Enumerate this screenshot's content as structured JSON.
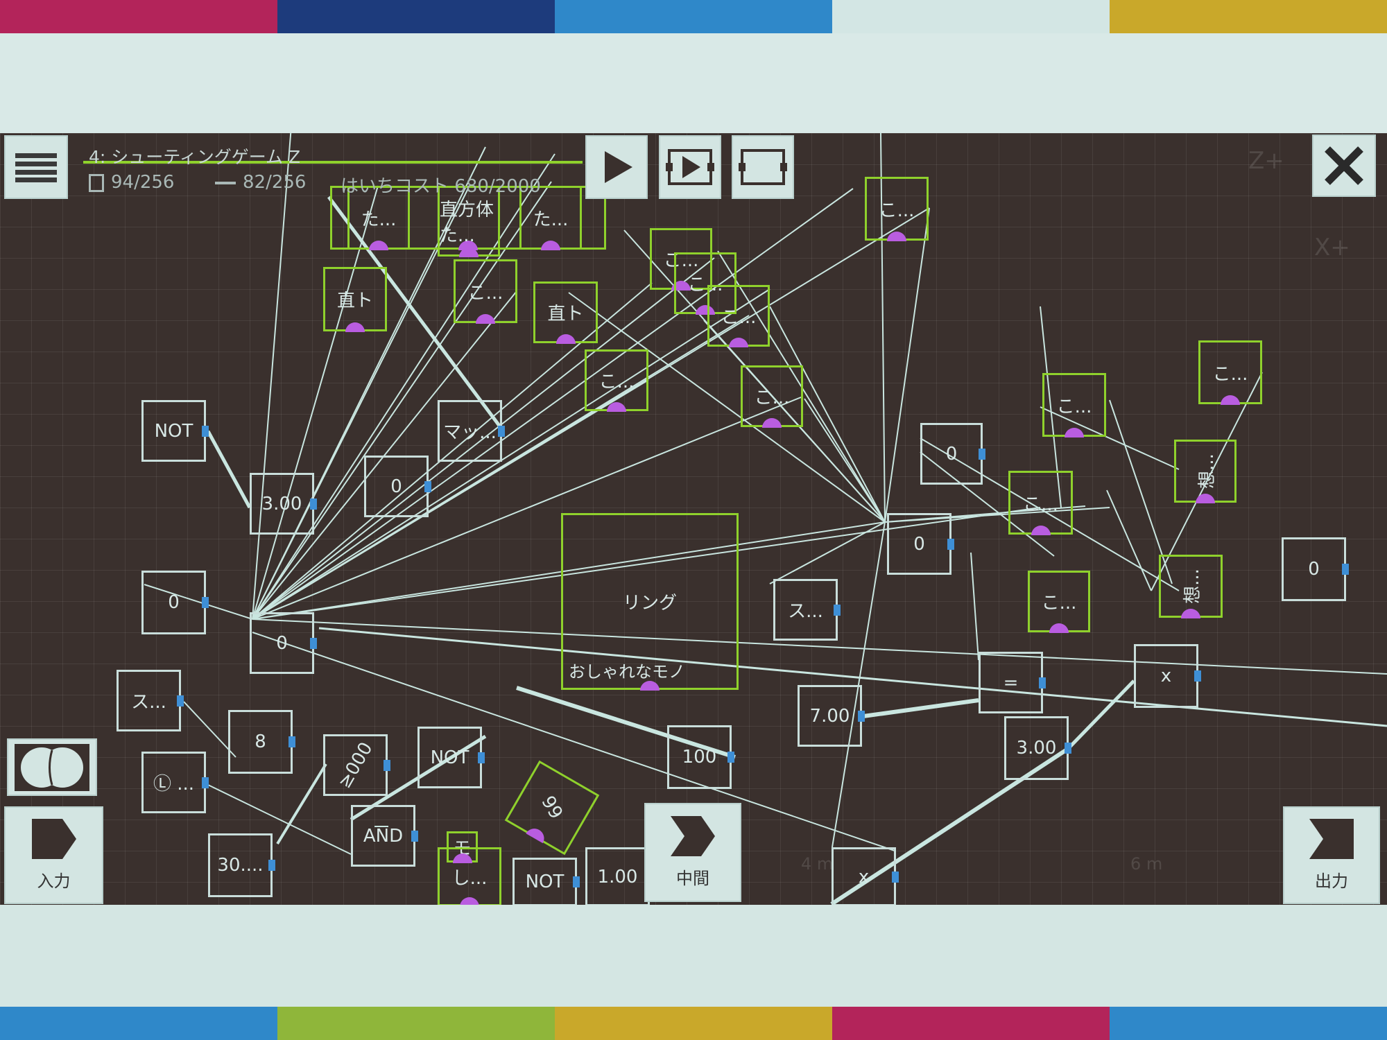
{
  "colors": {
    "top_stripe": [
      "#b3245a",
      "#1d3b7c",
      "#2f88c9",
      "#d3e6e4",
      "#c9a82a"
    ],
    "bottom_stripe": [
      "#2f88c9",
      "#8fb63a",
      "#c9a82a",
      "#b3245a",
      "#2f88c9"
    ],
    "canvas": "#3a302d",
    "object_node": "#8fd12c",
    "wire": "#c9e6e0",
    "input_port": "#c8503a",
    "output_port": "#3e8fd6",
    "slot": "#b95de0"
  },
  "header": {
    "title": "4: シューティングゲーム Z",
    "chips_count": "94/256",
    "wires_count": "82/256",
    "cost": "はいちコスト 680/2000"
  },
  "toolbar": {
    "menu_icon": "hamburger-icon",
    "play_icon": "play-icon",
    "step_icon": "step-play-icon",
    "stop_icon": "frame-stop-icon",
    "close_icon": "close-x-icon"
  },
  "canvas_labels": {
    "z_axis": "Z+",
    "x_axis": "X+",
    "dist_4": "4 m",
    "dist_6": "6 m"
  },
  "palette": {
    "venn_icon": "venn-circles-icon",
    "input_label": "入力",
    "middle_label": "中間",
    "output_label": "出力"
  },
  "nodes": [
    {
      "label": "NOT",
      "kind": "logic"
    },
    {
      "label": "3.00",
      "kind": "logic"
    },
    {
      "label": "0",
      "kind": "logic"
    },
    {
      "label": "マッ...",
      "kind": "logic"
    },
    {
      "label": "0",
      "kind": "logic"
    },
    {
      "label": "0",
      "kind": "logic"
    },
    {
      "label": "ス...",
      "kind": "logic"
    },
    {
      "label": "8",
      "kind": "logic"
    },
    {
      "label": "Ⓛ ...",
      "kind": "logic"
    },
    {
      "label": "≥000",
      "kind": "logic"
    },
    {
      "label": "NOT",
      "kind": "logic"
    },
    {
      "label": "AND",
      "kind": "logic"
    },
    {
      "label": "30....",
      "kind": "logic"
    },
    {
      "label": "NOT",
      "kind": "logic"
    },
    {
      "label": "1.00",
      "kind": "logic"
    },
    {
      "label": "100",
      "kind": "logic"
    },
    {
      "label": "ス...",
      "kind": "logic"
    },
    {
      "label": "0",
      "kind": "logic"
    },
    {
      "label": "0",
      "kind": "logic"
    },
    {
      "label": "7.00",
      "kind": "logic"
    },
    {
      "label": "=",
      "kind": "logic"
    },
    {
      "label": "3.00",
      "kind": "logic"
    },
    {
      "label": "x",
      "kind": "logic"
    },
    {
      "label": "x",
      "kind": "logic"
    },
    {
      "label": "0",
      "kind": "logic"
    },
    {
      "label": "た...",
      "kind": "object"
    },
    {
      "label": "直方体 た...",
      "kind": "object"
    },
    {
      "label": "た...",
      "kind": "object"
    },
    {
      "label": "直ト",
      "kind": "object"
    },
    {
      "label": "こ...",
      "kind": "object"
    },
    {
      "label": "直ト",
      "kind": "object"
    },
    {
      "label": "こ...",
      "kind": "object"
    },
    {
      "label": "こ...",
      "kind": "object"
    },
    {
      "label": "こ...",
      "kind": "object"
    },
    {
      "label": "こ...",
      "kind": "object"
    },
    {
      "label": "こ...",
      "kind": "object"
    },
    {
      "label": "こ...",
      "kind": "object"
    },
    {
      "label": "こ...",
      "kind": "object"
    },
    {
      "label": "こ...",
      "kind": "object"
    },
    {
      "label": "想...",
      "kind": "object"
    },
    {
      "label": "想...",
      "kind": "object"
    },
    {
      "label": "こ...",
      "kind": "object"
    },
    {
      "label": "こ...",
      "kind": "object"
    },
    {
      "label": "99",
      "kind": "object"
    },
    {
      "label": "モ",
      "kind": "object"
    },
    {
      "label": "し...",
      "kind": "object"
    }
  ],
  "ring_node": {
    "label": "リング",
    "sublabel": "おしゃれなモノ"
  }
}
